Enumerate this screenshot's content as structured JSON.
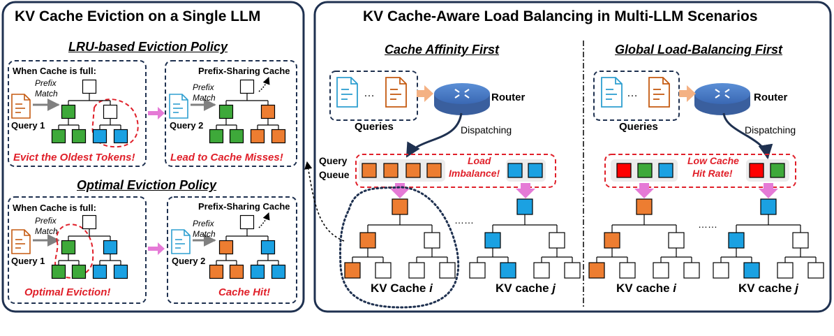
{
  "left_panel": {
    "title": "KV Cache Eviction on a Single LLM",
    "lru": {
      "heading": "LRU-based Eviction Policy",
      "cache_full": "When Cache is full:",
      "prefix": "Prefix",
      "match": "Match",
      "query": "Query 1",
      "evict_caption": "Evict the Oldest Tokens!",
      "share_title": "Prefix-Sharing Cache",
      "prefix2": "Prefix",
      "match2": "Match",
      "query2": "Query 2",
      "miss_caption": "Lead to Cache Misses!"
    },
    "optimal": {
      "heading": "Optimal Eviction Policy",
      "cache_full": "When Cache is full:",
      "prefix": "Prefix",
      "match": "Match",
      "query": "Query 1",
      "evict_caption": "Optimal Eviction!",
      "share_title": "Prefix-Sharing Cache",
      "prefix2": "Prefix",
      "match2": "Match",
      "query2": "Query 2",
      "hit_caption": "Cache Hit!"
    }
  },
  "right_panel": {
    "title": "KV Cache-Aware Load Balancing in Multi-LLM Scenarios",
    "affinity": {
      "heading": "Cache Affinity First",
      "queries": "Queries",
      "router": "Router",
      "dispatching": "Dispatching",
      "query_label": "Query",
      "queue_label": "Queue",
      "warning_line1": "Load",
      "warning_line2": "Imbalance!",
      "ellipsis": "……",
      "kv_i": "KV Cache ",
      "kv_i_var": "i",
      "kv_j": "KV cache ",
      "kv_j_var": "j"
    },
    "global": {
      "heading": "Global Load-Balancing First",
      "queries": "Queries",
      "router": "Router",
      "dispatching": "Dispatching",
      "warning_line1": "Low Cache",
      "warning_line2": "Hit Rate!",
      "ellipsis": "……",
      "kv_i": "KV cache ",
      "kv_i_var": "i",
      "kv_j": "KV cache ",
      "kv_j_var": "j"
    }
  },
  "colors": {
    "orange": "#ed7d31",
    "blue": "#1ba1e2",
    "green": "#3ea93a",
    "red": "#ff0000",
    "warning_red": "#e0202a",
    "dashed_border": "#1f3150",
    "pink_arrow": "#e57ad6",
    "router_blue": "#4473c4"
  },
  "icons": [
    "document-icon",
    "router-icon",
    "arrow-icon"
  ]
}
